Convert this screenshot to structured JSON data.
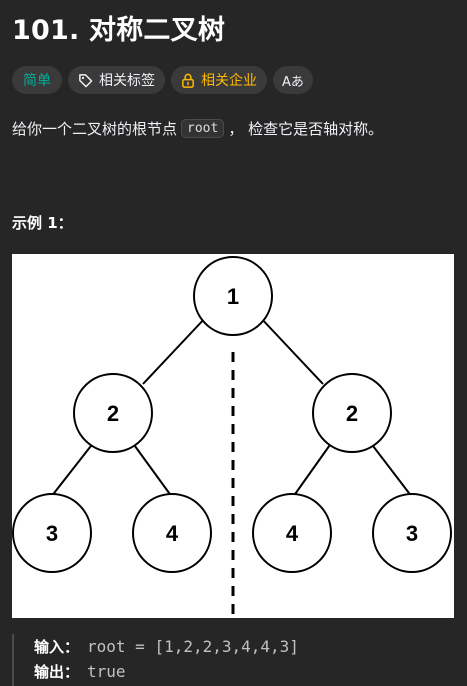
{
  "problem": {
    "title": "101. 对称二叉树"
  },
  "tags": {
    "difficulty": "简单",
    "related_tags": "相关标签",
    "related_companies": "相关企业",
    "translate": "Aあ"
  },
  "description": {
    "before": "给你一个二叉树的根节点",
    "code": "root",
    "after": "， 检查它是否轴对称。"
  },
  "example": {
    "heading": "示例 1：",
    "tree_nodes": [
      "1",
      "2",
      "2",
      "3",
      "4",
      "4",
      "3"
    ],
    "input_label": "输入：",
    "input_value": "root = [1,2,2,3,4,4,3]",
    "output_label": "输出：",
    "output_value": "true"
  },
  "colors": {
    "background": "#262626",
    "difficulty_easy": "#00af9b",
    "company_lock": "#ffb800"
  },
  "icons": {
    "related_tags": "tag-icon",
    "related_companies": "lock-icon",
    "translate": "translate-icon"
  }
}
